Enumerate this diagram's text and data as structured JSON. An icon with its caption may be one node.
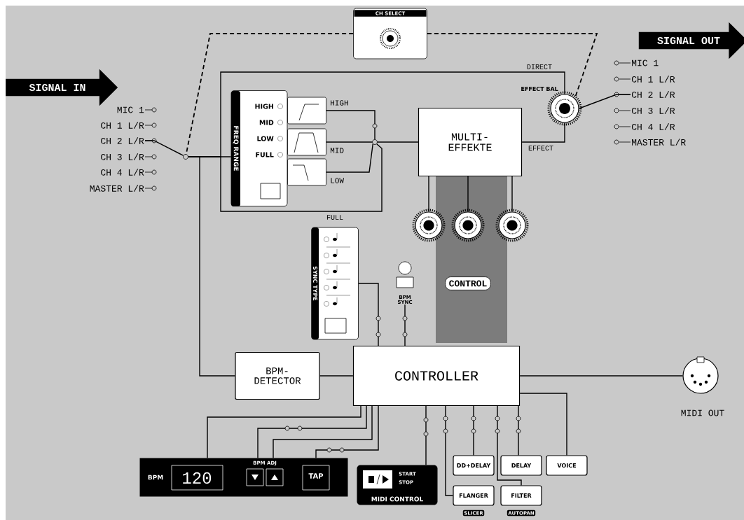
{
  "diagram": {
    "nodes": [
      {
        "text": [
          "SIGNAL IN"
        ]
      },
      {
        "text": [
          "MIC 1"
        ]
      },
      {
        "text": [
          "CH 1 L/R"
        ]
      },
      {
        "text": [
          "CH 2 L/R"
        ]
      },
      {
        "text": [
          "CH 3 L/R"
        ]
      },
      {
        "text": [
          "CH 4 L/R"
        ]
      },
      {
        "text": [
          "MASTER L/R"
        ]
      },
      {
        "text": [],
        "shape": "circle"
      },
      {
        "text": [
          "FREQ RANGE",
          "HIGH",
          "MID",
          "LOW",
          "FULL"
        ]
      },
      {
        "text": [],
        "shape": "box",
        "beside": [
          "HIGH"
        ]
      },
      {
        "text": [],
        "shape": "box",
        "beside": [
          "MID"
        ]
      },
      {
        "text": [],
        "shape": "box",
        "beside": [
          "LOW"
        ]
      },
      {
        "text": [],
        "shape": "circle"
      },
      {
        "text": [
          "MULTI- EFFEKTE"
        ]
      },
      {
        "text": [],
        "shape": "circle",
        "beside": [
          "EFFECT BAL"
        ]
      },
      {
        "text": [
          "MIC 1"
        ]
      },
      {
        "text": [
          "CH 1 L/R"
        ]
      },
      {
        "text": [
          "CH 2 L/R"
        ]
      },
      {
        "text": [
          "CH 3 L/R"
        ]
      },
      {
        "text": [
          "CH 4 L/R"
        ]
      },
      {
        "text": [
          "MASTER L/R"
        ]
      },
      {
        "text": [
          "SIGNAL OUT"
        ]
      },
      {
        "text": [
          "CH SELECT"
        ]
      },
      {
        "text": [],
        "shape": "circle"
      },
      {
        "text": [],
        "shape": "circle"
      },
      {
        "text": [],
        "shape": "circle"
      },
      {
        "text": [
          "SYNC TYPE"
        ]
      },
      {
        "text": [
          "BPM SYNC"
        ]
      },
      {
        "text": [
          "CONTROLLER"
        ]
      },
      {
        "text": [
          "BPM- DETECTOR"
        ]
      },
      {
        "text": [],
        "shape": "circle",
        "beside": [
          "MIDI OUT"
        ]
      },
      {
        "text": [
          "BPM",
          "120",
          "BPM ADJ",
          "TAP"
        ]
      },
      {
        "text": [
          "START",
          "STOP",
          "MIDI CONTROL"
        ]
      },
      {
        "text": [
          "DD+DELAY"
        ]
      },
      {
        "text": [
          "DELAY"
        ]
      },
      {
        "text": [
          "VOICE"
        ]
      },
      {
        "text": [
          "FLANGER"
        ]
      },
      {
        "text": [
          "FILTER"
        ]
      }
    ],
    "edges": [
      {
        "from": 3,
        "to": 7,
        "arrow": "none"
      },
      {
        "from": 7,
        "to": 8,
        "arrow": "none"
      },
      {
        "from": 9,
        "to": 12,
        "arrow": "none"
      },
      {
        "from": 10,
        "to": 12,
        "arrow": "none"
      },
      {
        "from": 11,
        "to": 12,
        "arrow": "none"
      },
      {
        "from": 7,
        "to": 12,
        "arrow": "none",
        "label": "FULL"
      },
      {
        "from": 12,
        "to": 13,
        "arrow": "none"
      },
      {
        "from": 7,
        "to": 14,
        "arrow": "none",
        "label": "DIRECT"
      },
      {
        "from": 13,
        "to": 14,
        "arrow": "none",
        "label": "EFFECT"
      },
      {
        "from": 14,
        "to": 17,
        "arrow": "none"
      },
      {
        "from": 22,
        "to": 7,
        "arrow": "none",
        "style": "dashed"
      },
      {
        "from": 22,
        "to": 14,
        "arrow": "none",
        "style": "dashed"
      },
      {
        "from": 13,
        "to": 23,
        "arrow": "none"
      },
      {
        "from": 13,
        "to": 24,
        "arrow": "none"
      },
      {
        "from": 13,
        "to": 25,
        "arrow": "none"
      },
      {
        "from": 26,
        "to": 28,
        "arrow": "none"
      },
      {
        "from": 27,
        "to": 28,
        "arrow": "none"
      },
      {
        "from": 7,
        "to": 29,
        "arrow": "none"
      },
      {
        "from": 29,
        "to": 28,
        "arrow": "none"
      },
      {
        "from": 28,
        "to": 30,
        "arrow": "none"
      },
      {
        "from": 28,
        "to": 31,
        "arrow": "none"
      },
      {
        "from": 28,
        "to": 31,
        "arrow": "none"
      },
      {
        "from": 28,
        "to": 31,
        "arrow": "none"
      },
      {
        "from": 28,
        "to": 31,
        "arrow": "none"
      },
      {
        "from": 28,
        "to": 32,
        "arrow": "none"
      },
      {
        "from": 28,
        "to": 33,
        "arrow": "none"
      },
      {
        "from": 28,
        "to": 34,
        "arrow": "none"
      },
      {
        "from": 28,
        "to": 35,
        "arrow": "none"
      },
      {
        "from": 28,
        "to": 36,
        "arrow": "none"
      },
      {
        "from": 28,
        "to": 37,
        "arrow": "none"
      }
    ],
    "labels": [
      "CONTROL",
      "SLICER",
      "AUTOPAN"
    ]
  }
}
